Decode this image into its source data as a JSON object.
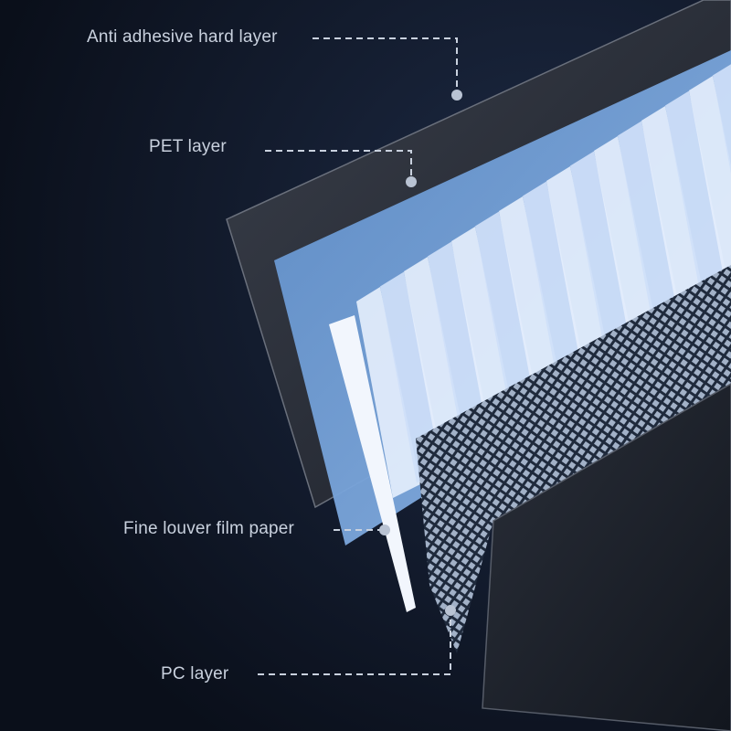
{
  "labels": {
    "anti_adhesive": "Anti adhesive hard layer",
    "pet": "PET layer",
    "louver": "Fine louver film paper",
    "pc": "PC layer"
  },
  "colors": {
    "background": "#0e1422",
    "label_text": "#c9d1de",
    "pet_blue": "#6f9fd6",
    "pleat_light": "#dce8fb"
  }
}
